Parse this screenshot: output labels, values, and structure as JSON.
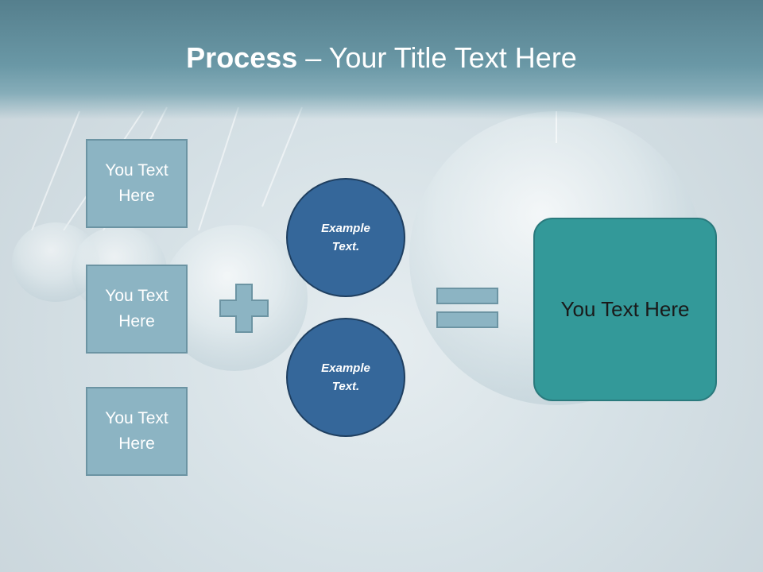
{
  "title": {
    "bold": "Process",
    "rest": " – Your Title Text Here"
  },
  "inputs": [
    {
      "label": "You Text Here"
    },
    {
      "label": "You Text Here"
    },
    {
      "label": "You Text Here"
    }
  ],
  "circles": [
    {
      "line1": "Example",
      "line2": "Text."
    },
    {
      "line1": "Example",
      "line2": "Text."
    }
  ],
  "result": {
    "label": "You Text Here"
  },
  "colors": {
    "box_fill": "#8cb4c3",
    "circle_fill": "#35679a",
    "result_fill": "#339999",
    "symbol_fill": "#8cb4c3"
  }
}
